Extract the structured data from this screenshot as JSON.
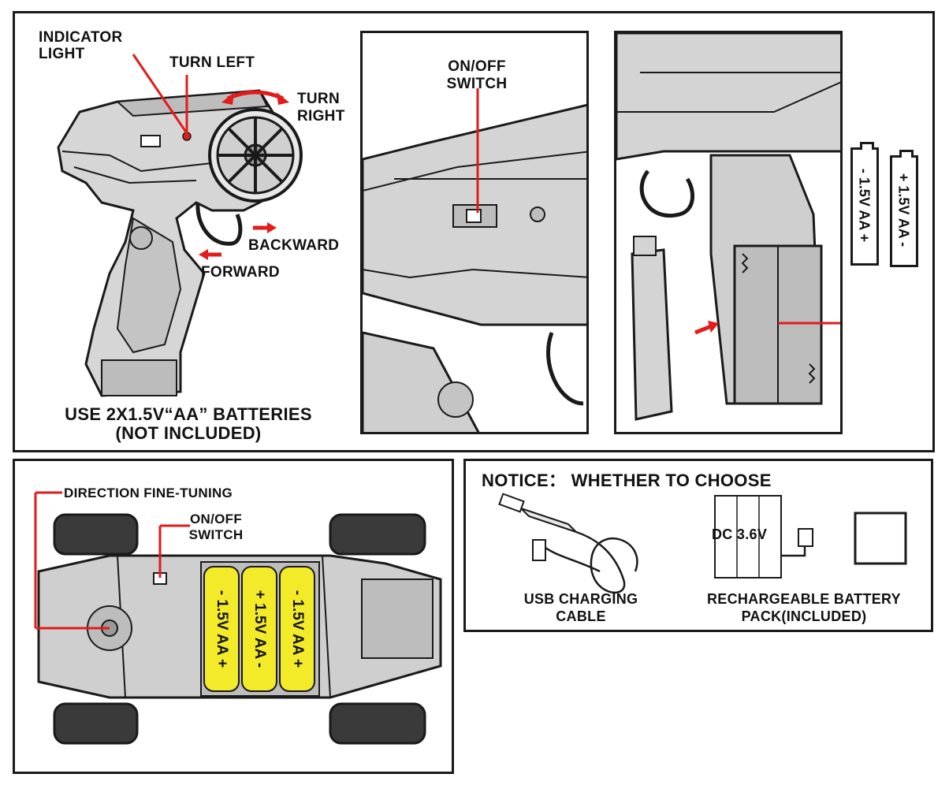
{
  "top_panel": {
    "controller_labels": {
      "indicator_light": "INDICATOR\nLIGHT",
      "turn_left": "TURN LEFT",
      "turn_right": "TURN\nRIGHT",
      "backward": "BACKWARD",
      "forward": "FORWARD"
    },
    "battery_note": {
      "line1": "USE 2X1.5V“AA” BATTERIES",
      "line2": "(NOT INCLUDED)"
    },
    "switch_panel": {
      "label": "ON/OFF\nSWITCH"
    },
    "battery_panel": {
      "battery_left": "- 1.5V AA +",
      "battery_right": "+ 1.5V AA -"
    }
  },
  "car_panel": {
    "direction_label": "DIRECTION FINE-TUNING",
    "switch_label": "ON/OFF\nSWITCH",
    "batteries": [
      "- 1.5V AA +",
      "+ 1.5V AA -",
      "- 1.5V AA +"
    ]
  },
  "notice_panel": {
    "title": "NOTICE： WHETHER TO CHOOSE",
    "usb_label": "USB CHARGING\nCABLE",
    "pack_text": "DC 3.6V",
    "pack_label": "RECHARGEABLE BATTERY\nPACK(INCLUDED)"
  },
  "colors": {
    "accent_red": "#e21b1b",
    "battery_yellow": "#f3ea2a",
    "outline": "#1a1a1a",
    "body_gray": "#cfcfcf"
  },
  "icons": [
    "red-arrow-icon",
    "curved-double-arrow-icon",
    "battery-icon",
    "usb-cable-icon",
    "battery-pack-icon",
    "checkbox-icon"
  ]
}
